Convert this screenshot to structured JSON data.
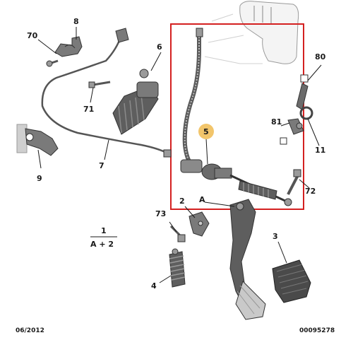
{
  "diagram": {
    "callouts": {
      "c8": "8",
      "c70": "70",
      "c6": "6",
      "c71": "71",
      "c9": "9",
      "c7": "7",
      "c5": "5",
      "c80": "80",
      "c81": "81",
      "c11": "11",
      "c72": "72",
      "c73": "73",
      "c2": "2",
      "cA": "A",
      "c3": "3",
      "c4": "4"
    },
    "legend": {
      "top": "1",
      "bottom": "A + 2"
    },
    "footer": {
      "date": "06/2012",
      "ref": "00095278"
    },
    "colors": {
      "highlight_box": "#d42020",
      "callout_badge": "#f2c56b",
      "line": "#1a1a1a",
      "part_fill": "#6b6b6b",
      "part_light": "#c9c9c9"
    }
  }
}
